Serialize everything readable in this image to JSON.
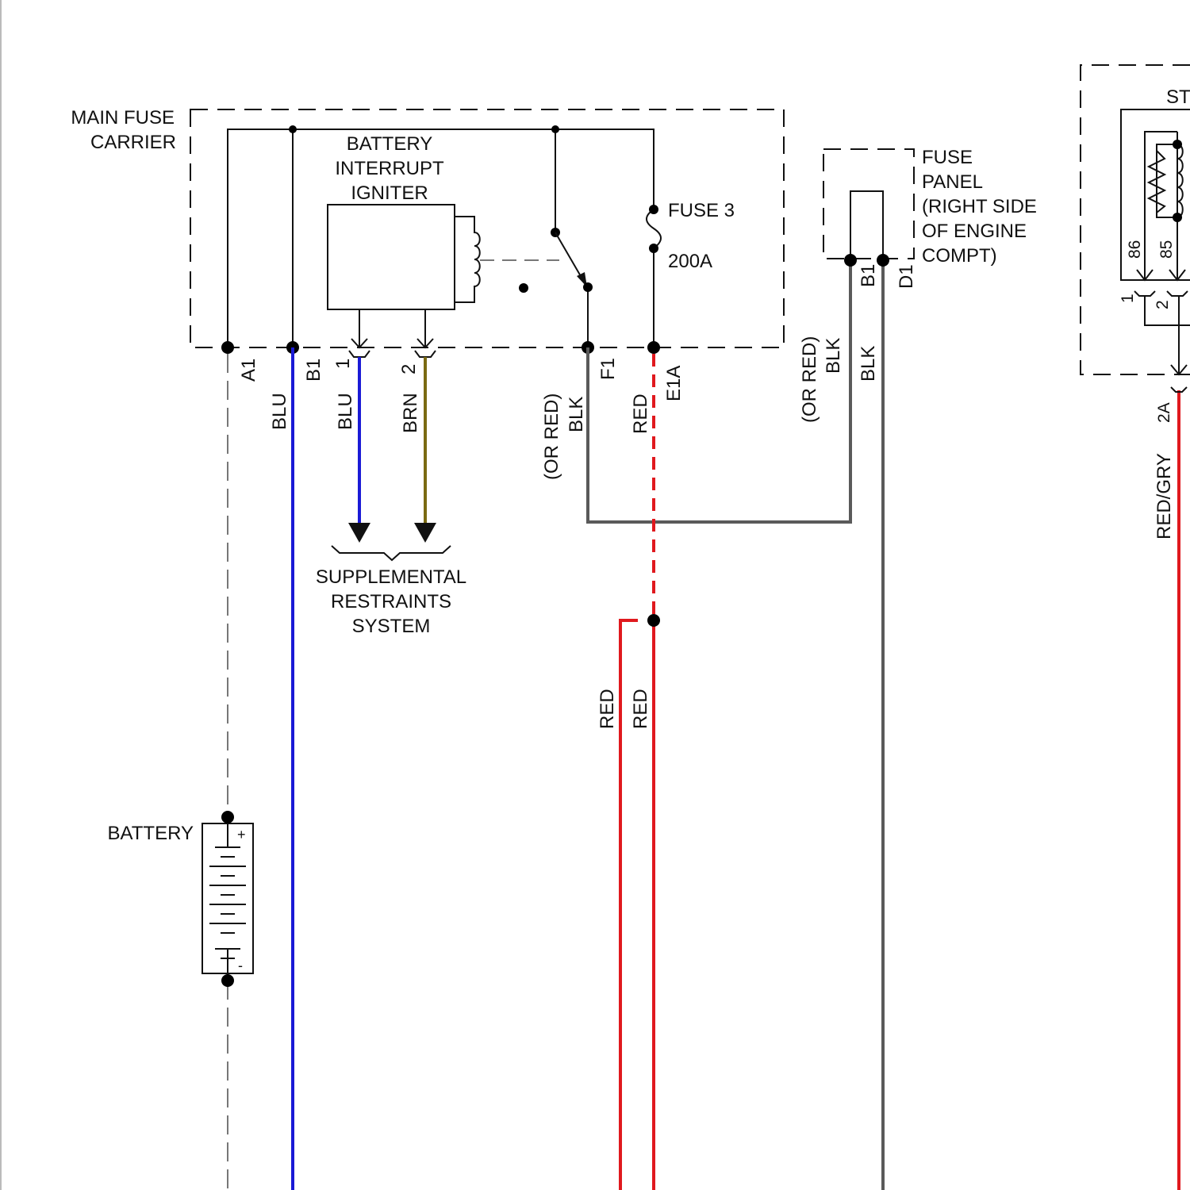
{
  "colors": {
    "blue": "#1a1ad6",
    "brown": "#7a6a12",
    "red": "#e0191e",
    "gray": "#5a5a5a"
  },
  "main_fuse_carrier": {
    "label_line1": "MAIN FUSE",
    "label_line2": "CARRIER",
    "igniter": [
      "BATTERY",
      "INTERRUPT",
      "IGNITER"
    ],
    "fuse_name": "FUSE 3",
    "fuse_rating": "200A",
    "pins": {
      "a1": "A1",
      "b1": "B1",
      "p1": "1",
      "p2": "2",
      "f1": "F1",
      "e1a": "E1A"
    }
  },
  "wires": {
    "blu_main": "BLU",
    "blu_srs": "BLU",
    "brn_srs": "BRN",
    "blk_f1": "BLK",
    "blk_f1_alt": "(OR RED)",
    "red_e1a": "RED",
    "red_left": "RED",
    "red_right": "RED",
    "blk_b1": "BLK",
    "blk_b1_alt": "(OR RED)",
    "blk_d1": "BLK",
    "red_gry": "RED/GRY"
  },
  "srs": [
    "SUPPLEMENTAL",
    "RESTRAINTS",
    "SYSTEM"
  ],
  "fuse_panel": {
    "lines": [
      "FUSE",
      "PANEL",
      "(RIGHT SIDE",
      "OF ENGINE",
      "COMPT)"
    ],
    "pin_b1": "B1",
    "pin_d1": "D1"
  },
  "battery": {
    "label": "BATTERY",
    "plus": "+",
    "minus": "-"
  },
  "right_box": {
    "label": "ST",
    "pin86": "86",
    "pin85": "85",
    "pin1": "1",
    "pin2": "2",
    "pin2a": "2A"
  }
}
